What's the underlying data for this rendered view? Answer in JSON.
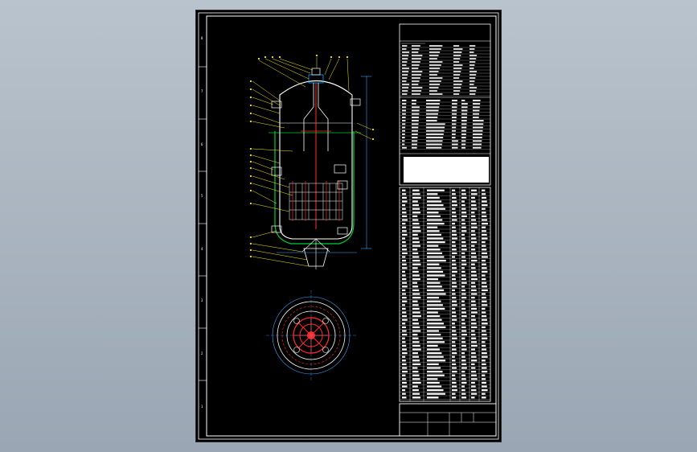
{
  "drawing": {
    "paper_color": "#000000",
    "border_color": "#ffffff",
    "vessel_color": "#ffffff",
    "jacket_color": "#00cc33",
    "leader_color": "#ffee00",
    "internal_color": "#ff2b2b",
    "dimension_color": "#3fa9ff",
    "zone_markers": [
      "8",
      "7",
      "6",
      "5",
      "4",
      "3",
      "2",
      "1"
    ]
  },
  "title_block": {
    "line1": "",
    "line2": "",
    "line3": ""
  }
}
